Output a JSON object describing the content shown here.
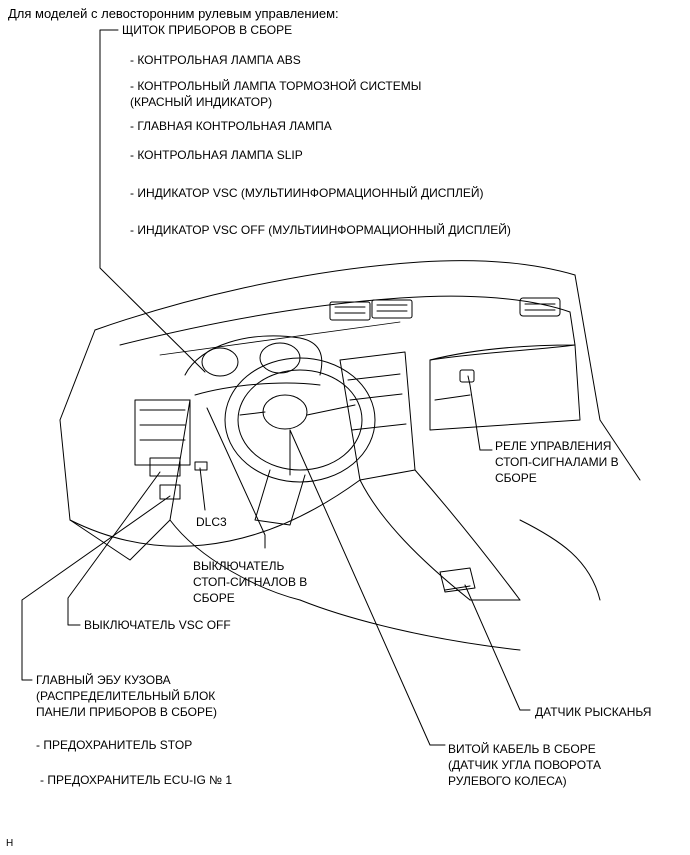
{
  "title": "Для моделей с левосторонним рулевым управлением:",
  "instrument_cluster": {
    "label": "ЩИТОК ПРИБОРОВ В СБОРЕ",
    "items": [
      "- КОНТРОЛЬНАЯ ЛАМПА ABS",
      "- КОНТРОЛЬНЫЙ ЛАМПА ТОРМОЗНОЙ СИСТЕМЫ",
      "(КРАСНЫЙ ИНДИКАТОР)",
      "- ГЛАВНАЯ КОНТРОЛЬНАЯ ЛАМПА",
      "- КОНТРОЛЬНАЯ ЛАМПА SLIP",
      "- ИНДИКАТОР VSC (МУЛЬТИИНФОРМАЦИОННЫЙ ДИСПЛЕЙ)",
      "- ИНДИКАТОР VSC OFF (МУЛЬТИИНФОРМАЦИОННЫЙ ДИСПЛЕЙ)"
    ]
  },
  "stop_lamp_relay": [
    "РЕЛЕ УПРАВЛЕНИЯ",
    "СТОП-СИГНАЛАМИ В",
    "СБОРЕ"
  ],
  "dlc3": "DLC3",
  "stop_lamp_switch": [
    "ВЫКЛЮЧАТЕЛЬ",
    "СТОП-СИГНАЛОВ В",
    "СБОРЕ"
  ],
  "vsc_off_switch": "ВЫКЛЮЧАТЕЛЬ VSC OFF",
  "main_body_ecu": {
    "lines": [
      "ГЛАВНЫЙ ЭБУ КУЗОВА",
      "(РАСПРЕДЕЛИТЕЛЬНЫЙ БЛОК",
      "ПАНЕЛИ ПРИБОРОВ В СБОРЕ)"
    ],
    "fuse_stop": "- ПРЕДОХРАНИТЕЛЬ STOP",
    "fuse_ecu_ig": "- ПРЕДОХРАНИТЕЛЬ ECU-IG № 1"
  },
  "yaw_sensor": "ДАТЧИК РЫСКАНЬЯ",
  "spiral_cable": [
    "ВИТОЙ КАБЕЛЬ В СБОРЕ",
    "(ДАТЧИК УГЛА ПОВОРОТА",
    "РУЛЕВОГО КОЛЕСА)"
  ],
  "corner_mark": "H"
}
